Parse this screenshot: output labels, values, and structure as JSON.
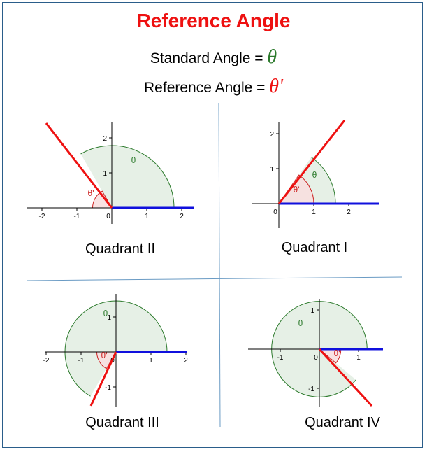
{
  "title": "Reference Angle",
  "standard_line": {
    "label": "Standard Angle = ",
    "symbol": "θ"
  },
  "reference_line": {
    "label": "Reference Angle = ",
    "symbol": "θ'"
  },
  "colors": {
    "title": "#ee1111",
    "standard_symbol": "#2c7a2c",
    "reference_symbol": "#ee1111",
    "initial_side": "#1010dd",
    "terminal_side": "#ee1111",
    "standard_arc_stroke": "#2c7a2c",
    "standard_arc_fill": "#e6f0e6",
    "reference_arc_stroke": "#cc2222",
    "reference_arc_fill": "#f8dede",
    "divider": "#6a9bc4"
  },
  "greek": {
    "theta": "θ",
    "theta_prime": "θ'"
  },
  "quadrants": [
    {
      "name": "Quadrant II",
      "x_ticks": [
        "-2",
        "-1",
        "0",
        "1",
        "2"
      ],
      "y_ticks": [
        "1",
        "2"
      ],
      "standard_angle_deg": 120,
      "reference_angle_deg": 60
    },
    {
      "name": "Quadrant I",
      "x_ticks": [
        "0",
        "1",
        "2"
      ],
      "y_ticks": [
        "1",
        "2"
      ],
      "standard_angle_deg": 55,
      "reference_angle_deg": 55
    },
    {
      "name": "Quadrant III",
      "x_ticks": [
        "-2",
        "-1",
        "0",
        "1",
        "2"
      ],
      "y_ticks": [
        "1",
        "-1"
      ],
      "standard_angle_deg": 240,
      "reference_angle_deg": 60
    },
    {
      "name": "Quadrant IV",
      "x_ticks": [
        "-1",
        "0",
        "1"
      ],
      "y_ticks": [
        "1",
        "-1"
      ],
      "standard_angle_deg": 320,
      "reference_angle_deg": 40
    }
  ]
}
